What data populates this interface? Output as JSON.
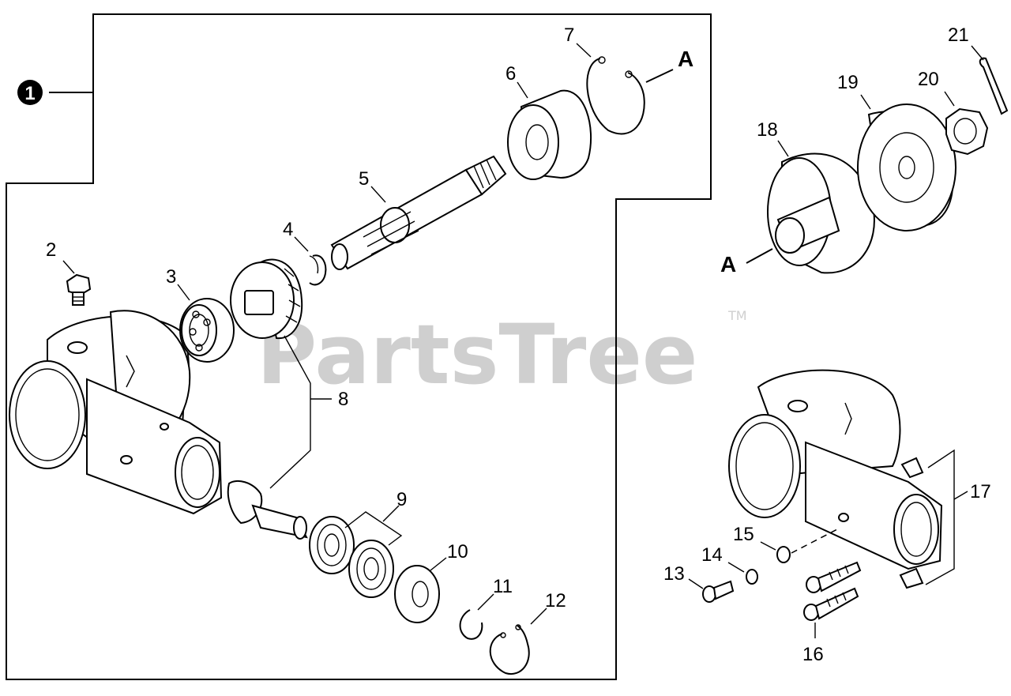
{
  "assembly_marker": "1",
  "reference_marker": "A",
  "watermark": {
    "text": "PartsTree",
    "trademark": "TM"
  },
  "callouts": [
    "2",
    "3",
    "4",
    "5",
    "6",
    "7",
    "8",
    "9",
    "10",
    "11",
    "12",
    "13",
    "14",
    "15",
    "16",
    "17",
    "18",
    "19",
    "20",
    "21"
  ]
}
